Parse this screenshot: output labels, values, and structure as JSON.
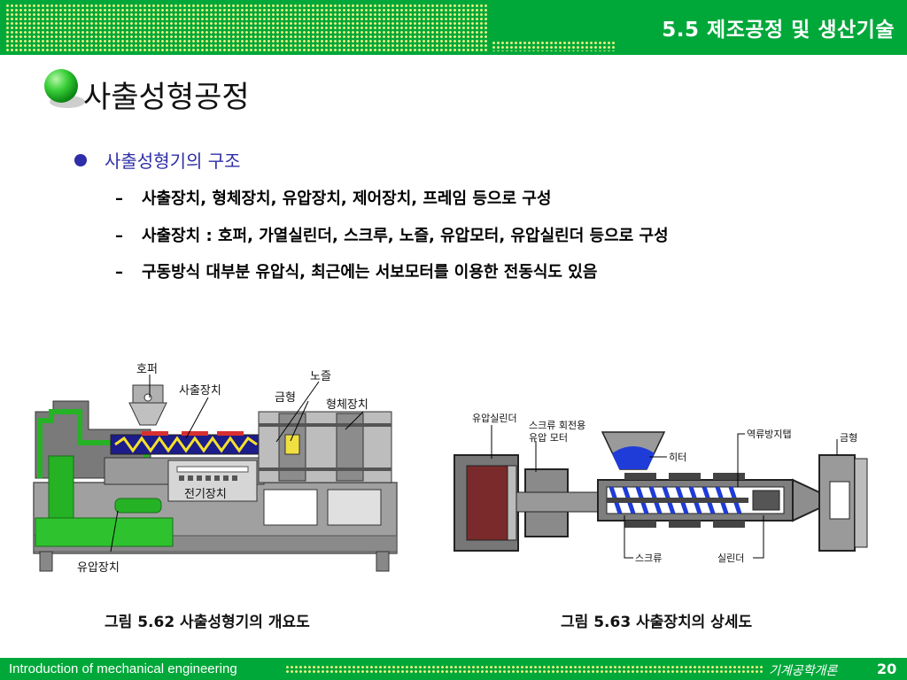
{
  "header": {
    "title": "5.5 제조공정 및 생산기술"
  },
  "page_title": "사출성형공정",
  "bullet": {
    "heading": "사출성형기의 구조",
    "items": [
      "사출장치, 형체장치, 유압장치, 제어장치, 프레임 등으로 구성",
      "사출장치 : 호퍼, 가열실린더, 스크루, 노즐, 유압모터, 유압실린더 등으로 구성",
      "구동방식 대부분 유압식, 최근에는 서보모터를 이용한 전동식도 있음"
    ],
    "dash": "–"
  },
  "figure1": {
    "labels": {
      "hopper": "호퍼",
      "injection_unit": "사출장치",
      "nozzle": "노즐",
      "mold": "금형",
      "clamping_unit": "형체장치",
      "electric_unit": "전기장치",
      "hydraulic_unit": "유압장치"
    },
    "caption": "그림 5.62 사출성형기의 개요도"
  },
  "figure2": {
    "labels": {
      "hydraulic_cylinder": "유압실린더",
      "motor_line1": "스크류 회전용",
      "motor_line2": "유압 모터",
      "check_valve": "역류방지탭",
      "mold": "금형",
      "heater": "히터",
      "screw": "스크류",
      "cylinder": "실린더"
    },
    "caption": "그림 5.63 사출장치의 상세도"
  },
  "footer": {
    "left": "Introduction of mechanical engineering",
    "course": "기계공학개론",
    "page": "20"
  },
  "colors": {
    "header_green": "#00a83a",
    "bullet_blue": "#2e2ea8"
  }
}
